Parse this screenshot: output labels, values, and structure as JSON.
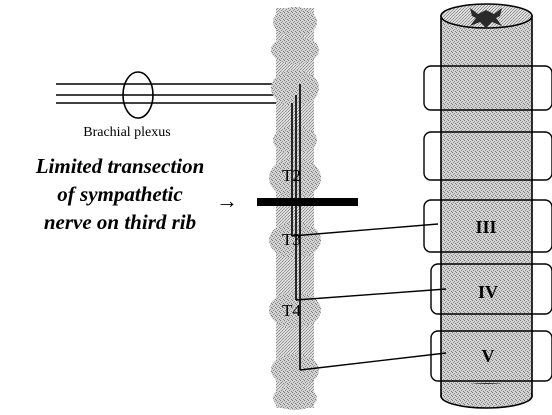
{
  "labels": {
    "brachial": "Brachial plexus",
    "limited_line1": "Limited transection",
    "limited_line2": "of sympathetic",
    "limited_line3": "nerve on third rib",
    "t2": "T2",
    "t3": "T3",
    "t4": "T4",
    "rib3": "III",
    "rib4": "IV",
    "rib5": "V"
  },
  "arrow": "→",
  "colors": {
    "ink": "#000000",
    "stipple_dark": "#8a8a8a",
    "stipple_light": "#d6d6d6"
  }
}
